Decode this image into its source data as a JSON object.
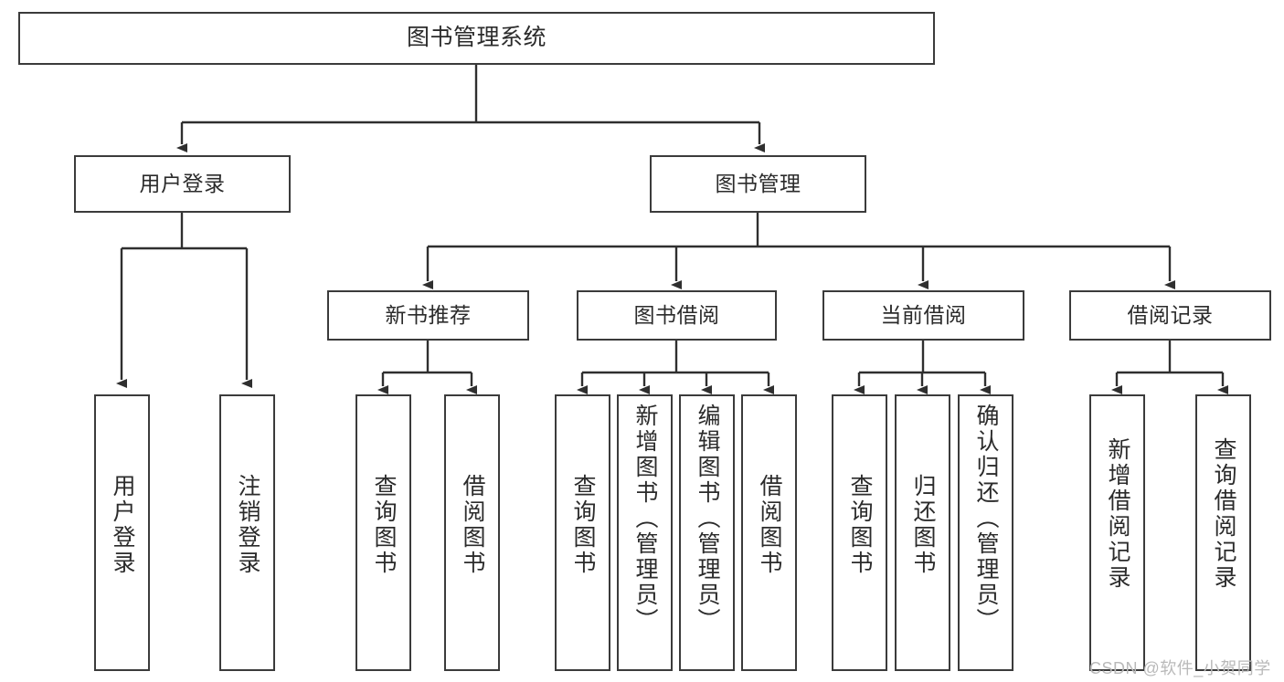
{
  "diagram": {
    "title": "图书管理系统",
    "colors": {
      "box_border": "#3b3b3b",
      "box_fill": "#ffffff",
      "connector": "#2f2f2f",
      "text": "#2b2b2b",
      "watermark": "#b9b9b9",
      "background": "#ffffff"
    },
    "root": {
      "label": "图书管理系统"
    },
    "level2": [
      {
        "label": "用户登录"
      },
      {
        "label": "图书管理"
      }
    ],
    "level3": [
      {
        "label": "新书推荐"
      },
      {
        "label": "图书借阅"
      },
      {
        "label": "当前借阅"
      },
      {
        "label": "借阅记录"
      }
    ],
    "leaves": {
      "user_login": [
        {
          "label": "用户登录"
        },
        {
          "label": "注销登录"
        }
      ],
      "new_book_recommend": [
        {
          "label": "查询图书"
        },
        {
          "label": "借阅图书"
        }
      ],
      "book_borrow": [
        {
          "label": "查询图书"
        },
        {
          "label": "新增图书（管理员）"
        },
        {
          "label": "编辑图书（管理员）"
        },
        {
          "label": "借阅图书"
        }
      ],
      "current_borrow": [
        {
          "label": "查询图书"
        },
        {
          "label": "归还图书"
        },
        {
          "label": "确认归还（管理员）"
        }
      ],
      "borrow_record": [
        {
          "label": "新增借阅记录"
        },
        {
          "label": "查询借阅记录"
        }
      ]
    }
  },
  "watermark": {
    "text": "CSDN @软件_小贺同学"
  }
}
